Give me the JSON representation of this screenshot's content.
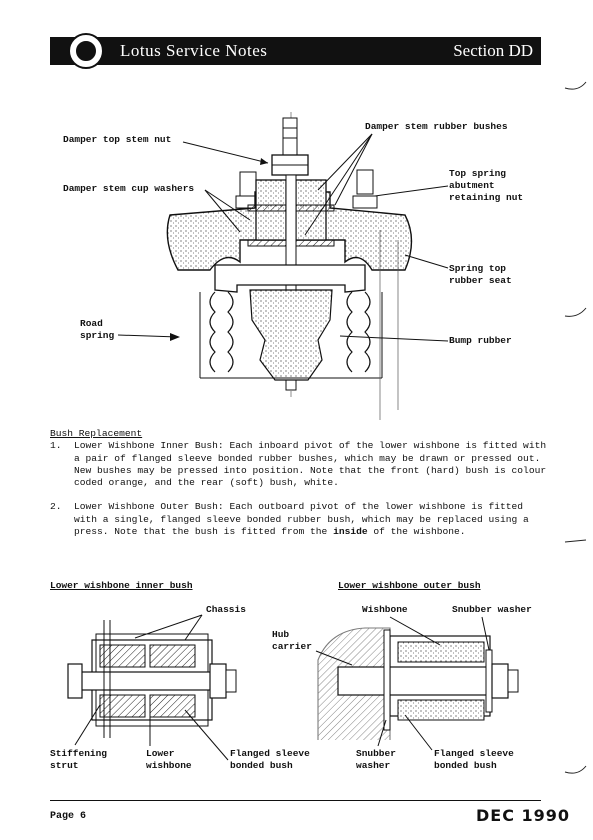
{
  "header": {
    "title": "Lotus Service Notes",
    "section": "Section DD"
  },
  "top_diagram": {
    "labels": {
      "damper_top_stem_nut": "Damper top stem nut",
      "damper_stem_rubber_bushes": "Damper stem rubber bushes",
      "damper_stem_cup_washers": "Damper stem cup washers",
      "top_spring_abutment": "Top spring\nabutment\nretaining nut",
      "spring_top_rubber_seat": "Spring top\nrubber seat",
      "road_spring": "Road\nspring",
      "bump_rubber": "Bump rubber"
    }
  },
  "bush_replacement": {
    "heading": "Bush Replacement",
    "items": [
      {
        "num": "1.",
        "text": "Lower Wishbone Inner Bush: Each inboard pivot of the lower wishbone is fitted with a pair of flanged sleeve bonded rubber bushes, which may be drawn or pressed out.  New bushes may be pressed into position.  Note that the front (hard) bush is colour coded orange, and the rear (soft) bush, white."
      },
      {
        "num": "2.",
        "text_before": "Lower Wishbone Outer Bush: Each outboard pivot of the lower wishbone is fitted with a single, flanged sleeve bonded rubber bush, which may be replaced using a press. Note that the bush is fitted from the ",
        "emph": "inside",
        "text_after": " of the wishbone."
      }
    ]
  },
  "inner_bush": {
    "caption": "Lower wishbone inner bush",
    "labels": {
      "chassis": "Chassis",
      "stiffening_strut": "Stiffening\nstrut",
      "lower_wishbone": "Lower\nwishbone",
      "flanged_sleeve": "Flanged sleeve\nbonded bush"
    }
  },
  "outer_bush": {
    "caption": "Lower wishbone outer bush",
    "labels": {
      "wishbone": "Wishbone",
      "snubber_washer_top": "Snubber washer",
      "hub_carrier": "Hub\ncarrier",
      "snubber_washer_bottom": "Snubber\nwasher",
      "flanged_sleeve": "Flanged sleeve\nbonded bush"
    }
  },
  "footer": {
    "page": "Page 6",
    "date": "DEC 1990"
  }
}
